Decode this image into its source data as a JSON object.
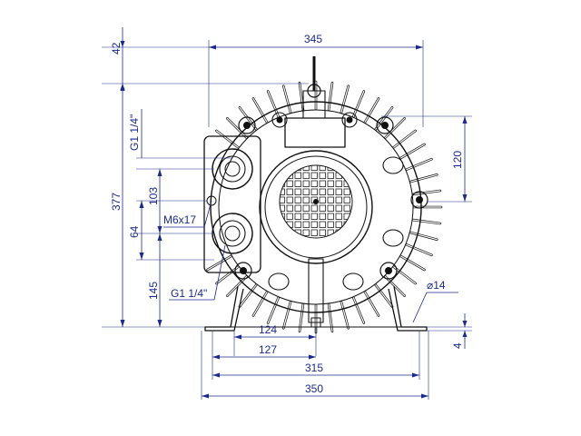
{
  "drawing": {
    "dimensions": {
      "top_offset": "42",
      "overall_width_top": "345",
      "thread_upper": "G1 1/4\"",
      "height_right": "120",
      "overall_height": "377",
      "port_spacing": "103",
      "mount_thread": "M6x17",
      "port_center_low": "64",
      "port_height": "145",
      "thread_lower": "G1 1/4\"",
      "hole_diameter": "⌀14",
      "foot_124": "124",
      "foot_127": "127",
      "foot_thickness": "4",
      "foot_315": "315",
      "foot_350": "350"
    }
  }
}
